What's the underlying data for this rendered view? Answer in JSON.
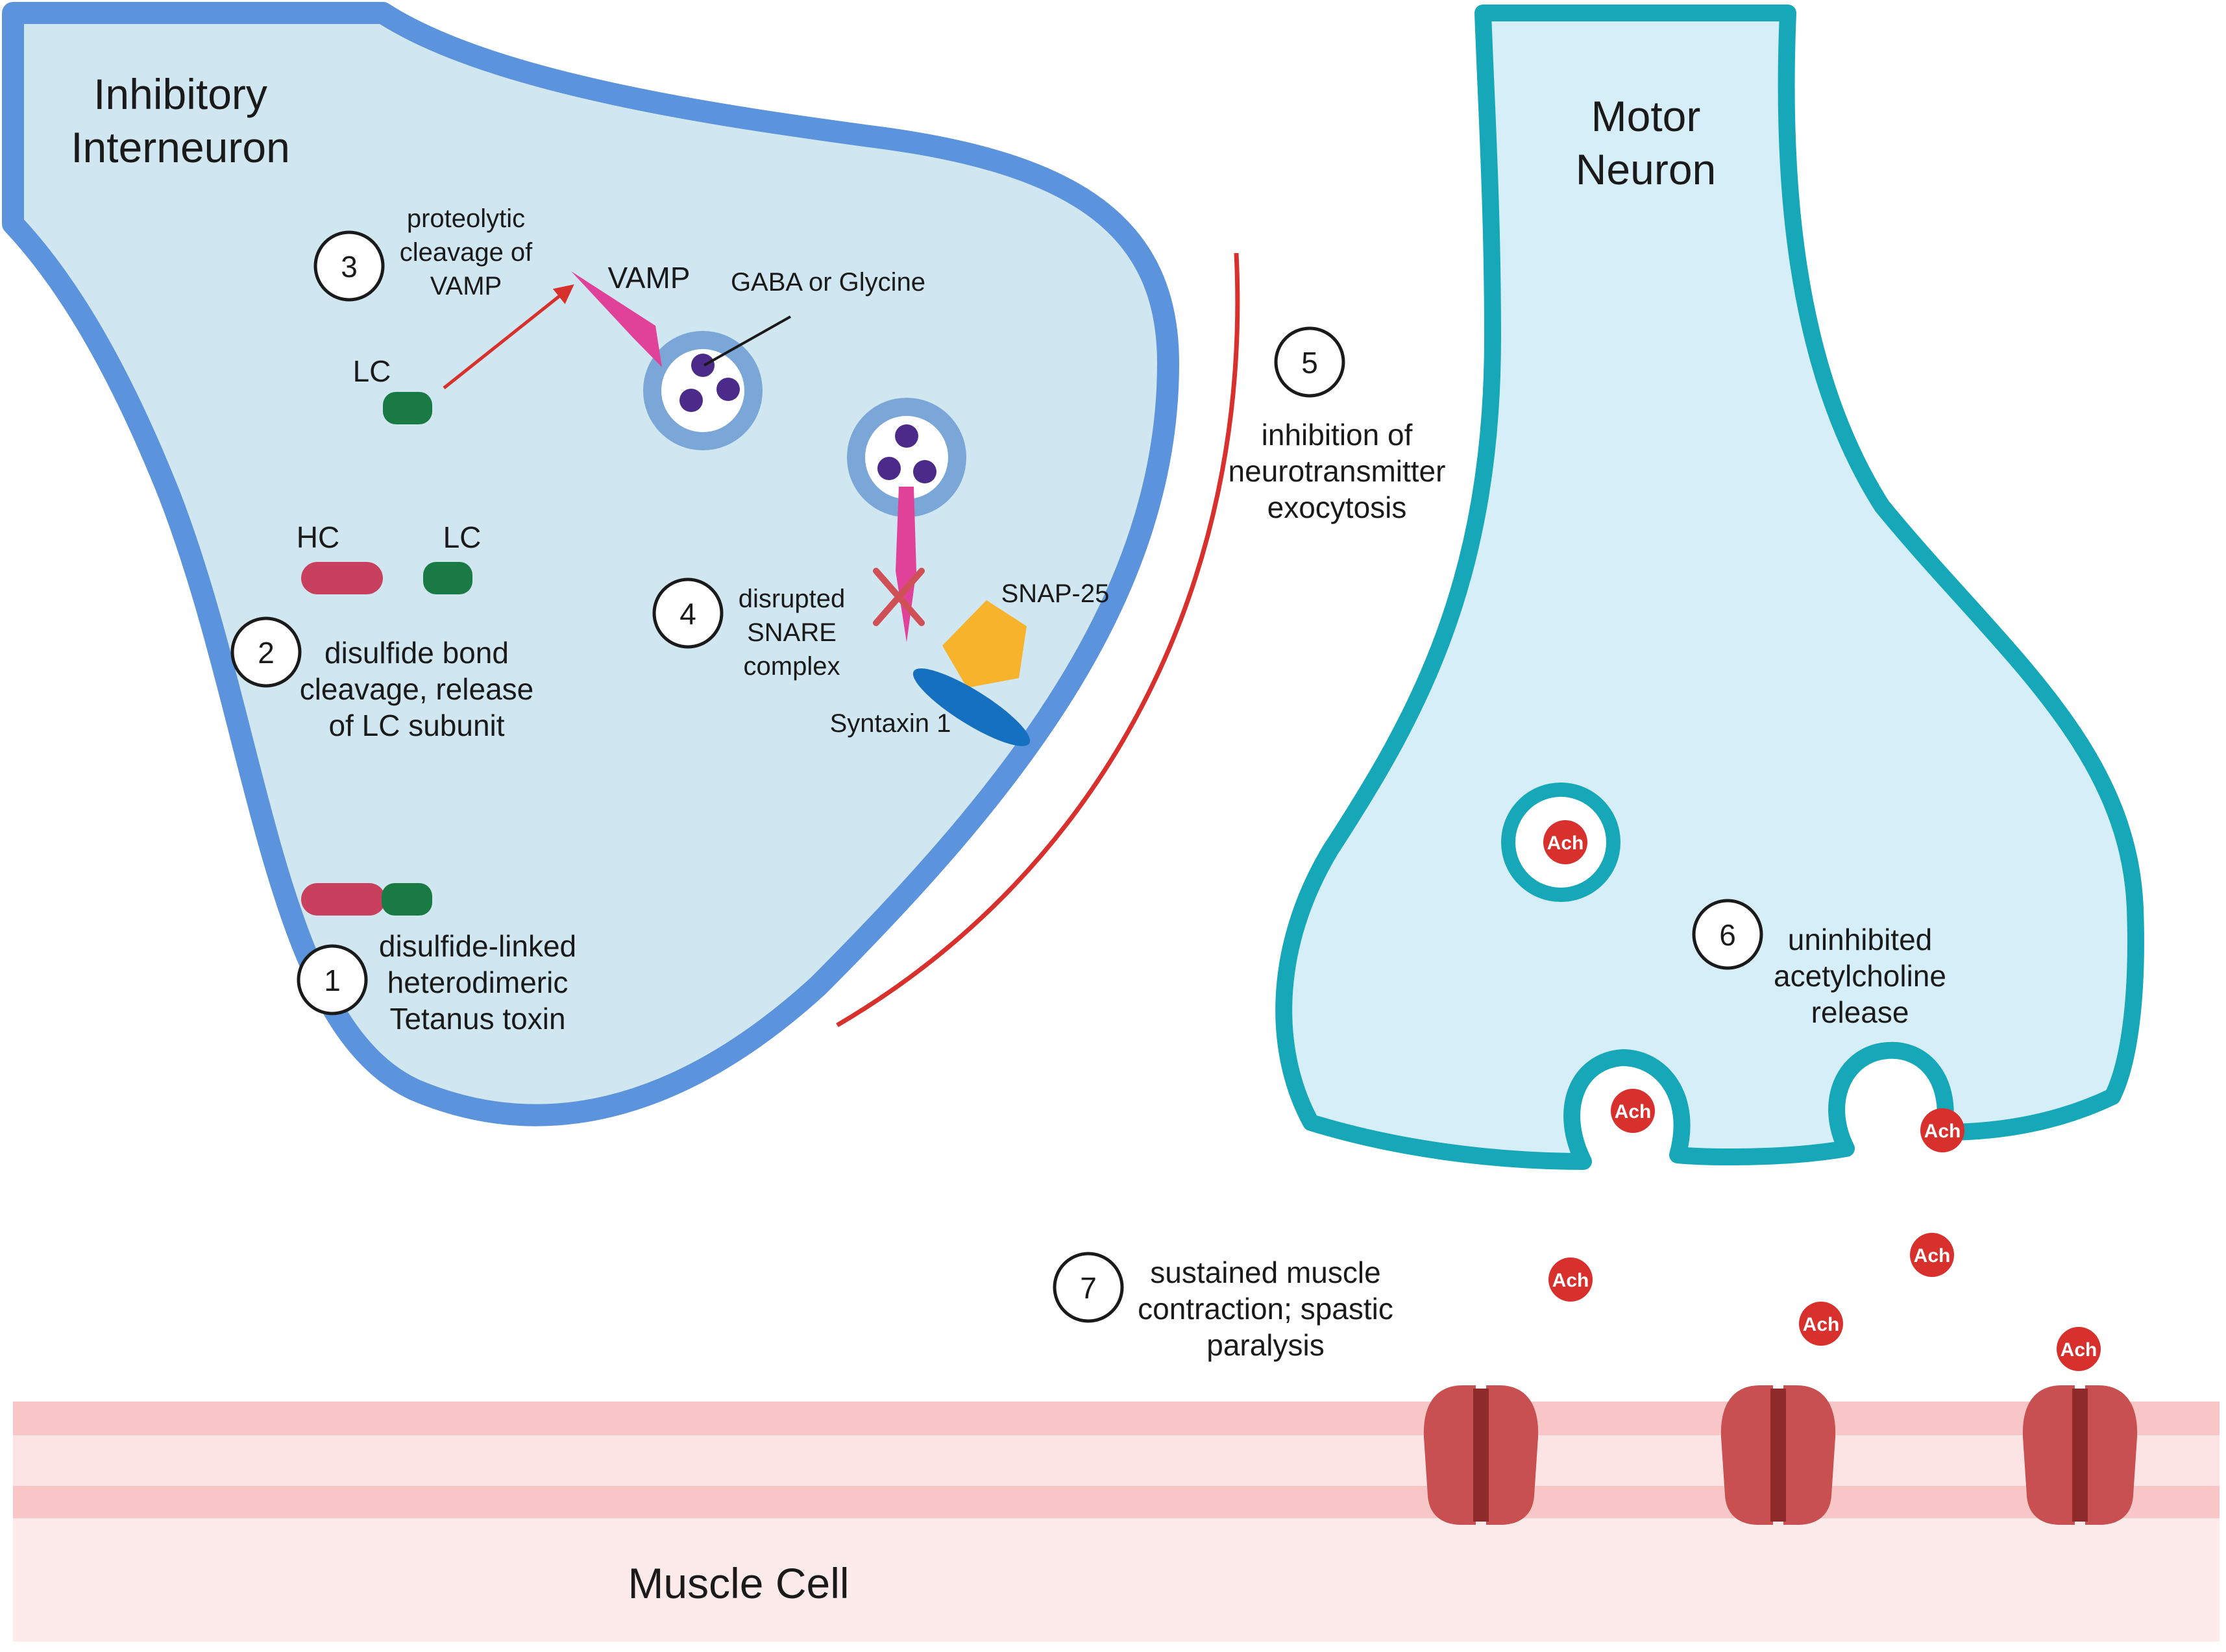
{
  "regions": {
    "inhibitory_title": [
      "Inhibitory",
      "Interneuron"
    ],
    "motor_title": [
      "Motor",
      "Neuron"
    ],
    "muscle_title": "Muscle Cell"
  },
  "steps": [
    {
      "number": "1",
      "lines": [
        "disulfide-linked",
        "heterodimeric",
        "Tetanus toxin"
      ]
    },
    {
      "number": "2",
      "lines": [
        "disulfide bond",
        "cleavage, release",
        "of LC subunit"
      ]
    },
    {
      "number": "3",
      "lines": [
        "proteolytic",
        "cleavage of",
        "VAMP"
      ]
    },
    {
      "number": "4",
      "lines": [
        "disrupted",
        "SNARE",
        "complex"
      ]
    },
    {
      "number": "5",
      "lines": [
        "inhibition of",
        "neurotransmitter",
        "exocytosis"
      ]
    },
    {
      "number": "6",
      "lines": [
        "uninhibited",
        "acetylcholine",
        "release"
      ]
    },
    {
      "number": "7",
      "lines": [
        "sustained muscle",
        "contraction; spastic",
        "paralysis"
      ]
    }
  ],
  "labels": {
    "hc": "HC",
    "lc": "LC",
    "vamp": "VAMP",
    "gaba": "GABA or Glycine",
    "snap25": "SNAP-25",
    "syntaxin": "Syntaxin 1",
    "ach": "Ach"
  },
  "colors": {
    "inhibitory_membrane": "#5b93dc",
    "inhibitory_fill": "#d0e6f0",
    "motor_membrane": "#16a8b8",
    "motor_fill": "#d6eef8",
    "heavy_chain": "#c9405e",
    "light_chain": "#1a7a44",
    "vamp": "#e0429a",
    "vesicle_ring": "#7aa6d8",
    "neurotransmitter": "#4b2a8a",
    "snap25": "#f7b32b",
    "syntaxin": "#1670c0",
    "ach": "#d8302c",
    "arrow": "#d8302c",
    "muscle_band": "#f8c6c6",
    "muscle_fill": "#fdeaea",
    "receptor": "#c85050"
  }
}
